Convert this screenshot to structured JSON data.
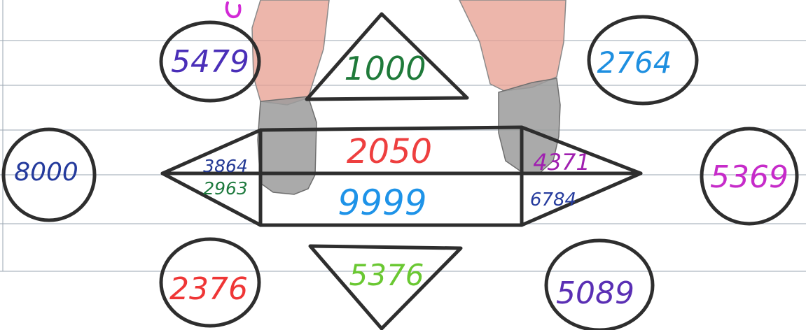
{
  "numbers": {
    "top_left_circle": "5479",
    "top_triangle": "1000",
    "top_right_circle": "2764",
    "left_circle": "8000",
    "left_wedge_upper": "3864",
    "left_wedge_lower": "2963",
    "center_upper": "2050",
    "center_lower": "9999",
    "right_wedge_upper": "4371",
    "right_wedge_lower": "6784",
    "right_circle": "5369",
    "bottom_left_circle": "2376",
    "bottom_triangle": "5376",
    "bottom_right_circle": "5089"
  },
  "colors": {
    "top_left_circle": "#4a2fb8",
    "top_triangle": "#1f7a3a",
    "top_right_circle": "#1e8fe0",
    "left_circle": "#243a9c",
    "left_wedge_upper": "#223894",
    "left_wedge_lower": "#1e7a3e",
    "center_upper": "#ee3f3f",
    "center_lower": "#1e93e8",
    "right_wedge_upper": "#a01fb0",
    "right_wedge_lower": "#263c9e",
    "right_circle": "#c62bc9",
    "bottom_left_circle": "#ef3636",
    "bottom_triangle": "#6ac832",
    "bottom_right_circle": "#5a2fb4",
    "top_magenta_mark": "#d22ad6",
    "outline": "#2e2e2e",
    "ruled_line": "#9aa6b2",
    "legs": "#e79d8f",
    "shoes": "#9b9b9b"
  }
}
